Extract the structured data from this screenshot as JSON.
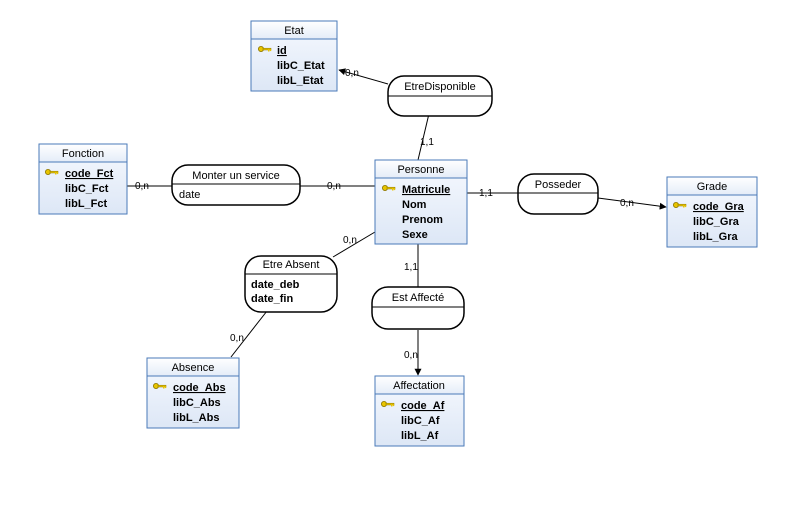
{
  "entities": {
    "etat": {
      "title": "Etat",
      "id": "id",
      "attrs": [
        "libC_Etat",
        "libL_Etat"
      ]
    },
    "fonction": {
      "title": "Fonction",
      "id": "code_Fct",
      "attrs": [
        "libC_Fct",
        "libL_Fct"
      ]
    },
    "personne": {
      "title": "Personne",
      "id": "Matricule",
      "attrs": [
        "Nom",
        "Prenom",
        "Sexe"
      ]
    },
    "grade": {
      "title": "Grade",
      "id": "code_Gra",
      "attrs": [
        "libC_Gra",
        "libL_Gra"
      ]
    },
    "absence": {
      "title": "Absence",
      "id": "code_Abs",
      "attrs": [
        "libC_Abs",
        "libL_Abs"
      ]
    },
    "affectation": {
      "title": "Affectation",
      "id": "code_Af",
      "attrs": [
        "libC_Af",
        "libL_Af"
      ]
    }
  },
  "associations": {
    "etre_disponible": {
      "title": "EtreDisponible",
      "attrs": []
    },
    "monter_service": {
      "title": "Monter un service",
      "attrs": [
        "date"
      ]
    },
    "posseder": {
      "title": "Posseder",
      "attrs": []
    },
    "etre_absent": {
      "title": "Etre Absent",
      "attrs": [
        "date_deb",
        "date_fin"
      ]
    },
    "est_affecte": {
      "title": "Est Affecté",
      "attrs": []
    }
  },
  "cardinalities": {
    "etat_dispo": "0,n",
    "personne_dispo": "1,1",
    "fonction_service": "0,n",
    "personne_service": "0,n",
    "personne_posseder": "1,1",
    "grade_posseder": "0,n",
    "personne_absent": "0,n",
    "absence_absent": "0,n",
    "personne_affecte": "1,1",
    "affectation_affecte": "0,n"
  },
  "colors": {
    "entity_fill": "#eaf0fa",
    "entity_stroke": "#4a7ab8",
    "key_icon": "#e8c400",
    "line": "#000000"
  },
  "icons": {
    "key": "key-icon"
  }
}
